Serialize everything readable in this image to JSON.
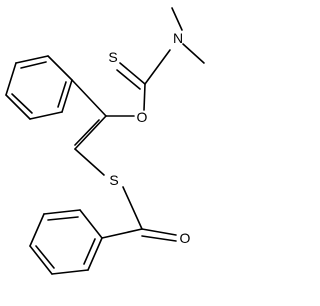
{
  "molecule": {
    "atoms": {
      "thione_sulfur": "S",
      "amine_nitrogen": "N",
      "ether_oxygen": "O",
      "thioester_sulfur": "S",
      "carbonyl_oxygen": "O"
    },
    "colors": {
      "bond": "#000000",
      "label": "#000000",
      "background": "#ffffff"
    }
  }
}
